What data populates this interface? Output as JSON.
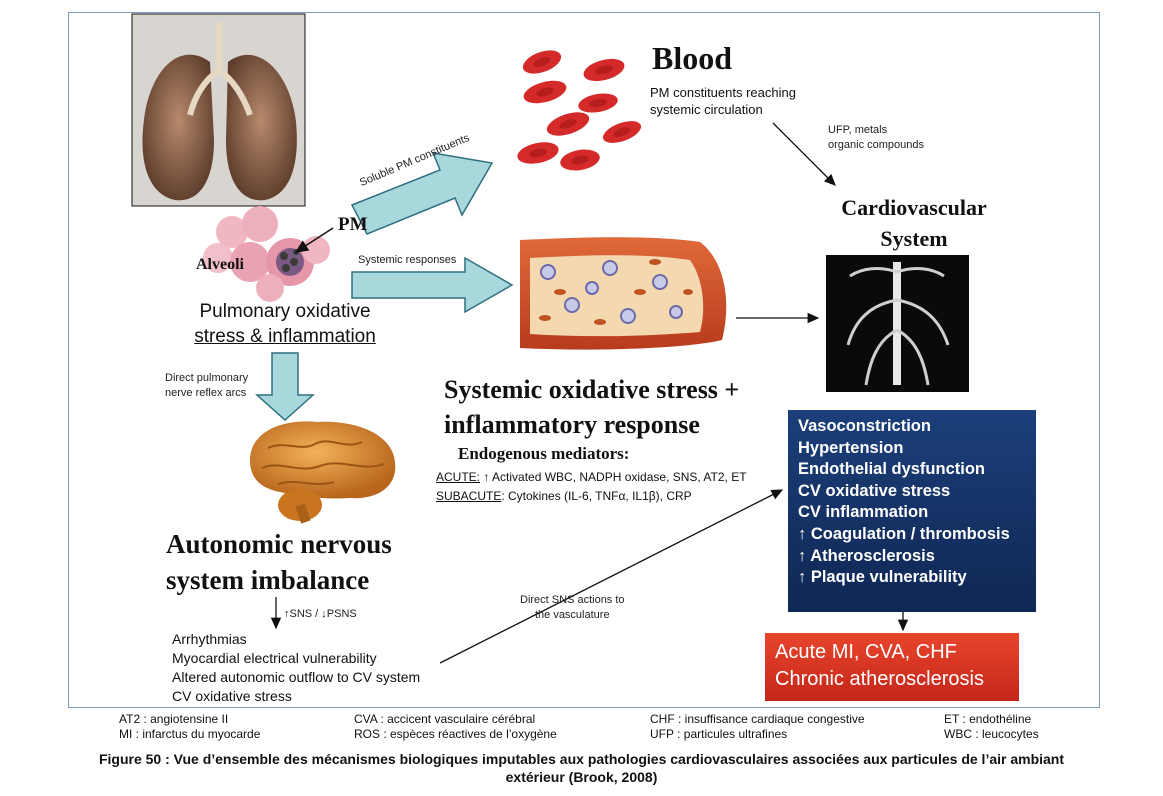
{
  "labels": {
    "blood": "Blood",
    "pm_reaching": [
      "PM constituents reaching",
      "systemic circulation"
    ],
    "ufp_metals": [
      "UFP, metals",
      "organic compounds"
    ],
    "cardiovascular": [
      "Cardiovascular",
      "System"
    ],
    "soluble_pm": "Soluble PM constituents",
    "pm": "PM",
    "alveoli": "Alveoli",
    "systemic_responses": "Systemic responses",
    "pulmonary": [
      "Pulmonary oxidative",
      "stress & inflammation"
    ],
    "direct_pulmonary": [
      "Direct pulmonary",
      "nerve reflex arcs"
    ],
    "systemic_oxidative": [
      "Systemic oxidative stress +",
      "inflammatory response"
    ],
    "endogenous": "Endogenous mediators:",
    "acute_label": "ACUTE:",
    "acute_text": " ↑ Activated WBC, NADPH oxidase, SNS, AT2, ET",
    "subacute_label": "SUBACUTE",
    "subacute_text": ": Cytokines (IL-6, TNFα, IL1β), CRP",
    "autonomic": [
      "Autonomic nervous",
      "system imbalance"
    ],
    "sns_psns": "↑SNS / ↓PSNS",
    "arrhythmias": [
      "Arrhythmias",
      "Myocardial electrical vulnerability",
      "Altered autonomic outflow to CV system",
      "CV oxidative stress"
    ],
    "direct_sns": [
      "Direct SNS actions to",
      "the vasculature"
    ]
  },
  "effects": [
    "Vasoconstriction",
    "Hypertension",
    "Endothelial dysfunction",
    "CV oxidative stress",
    "CV inflammation",
    "↑ Coagulation / thrombosis",
    "↑ Atherosclerosis",
    "↑ Plaque vulnerability"
  ],
  "outcomes": [
    "Acute MI, CVA, CHF",
    "Chronic atherosclerosis"
  ],
  "legend": {
    "col1": [
      "AT2 : angiotensine II",
      "MI : infarctus du myocarde"
    ],
    "col2": [
      "CVA : accicent vasculaire cérébral",
      "ROS : espèces réactives de l’oxygène"
    ],
    "col3": [
      "CHF : insuffisance cardiaque congestive",
      "UFP : particules ultrafines"
    ],
    "col4": [
      "ET : endothéline",
      "WBC : leucocytes"
    ]
  },
  "caption": [
    "Figure 50 : Vue d’ensemble des mécanismes biologiques imputables aux pathologies cardiovasculaires associées aux particules de l’air ambiant",
    "extérieur (Brook, 2008)"
  ],
  "colors": {
    "arrow_fill": "#a8d8dc",
    "arrow_stroke": "#2f6f80",
    "effects_bg": "#163466",
    "outcome_bg": "#d9321f",
    "rbc": "#d42a2a"
  }
}
